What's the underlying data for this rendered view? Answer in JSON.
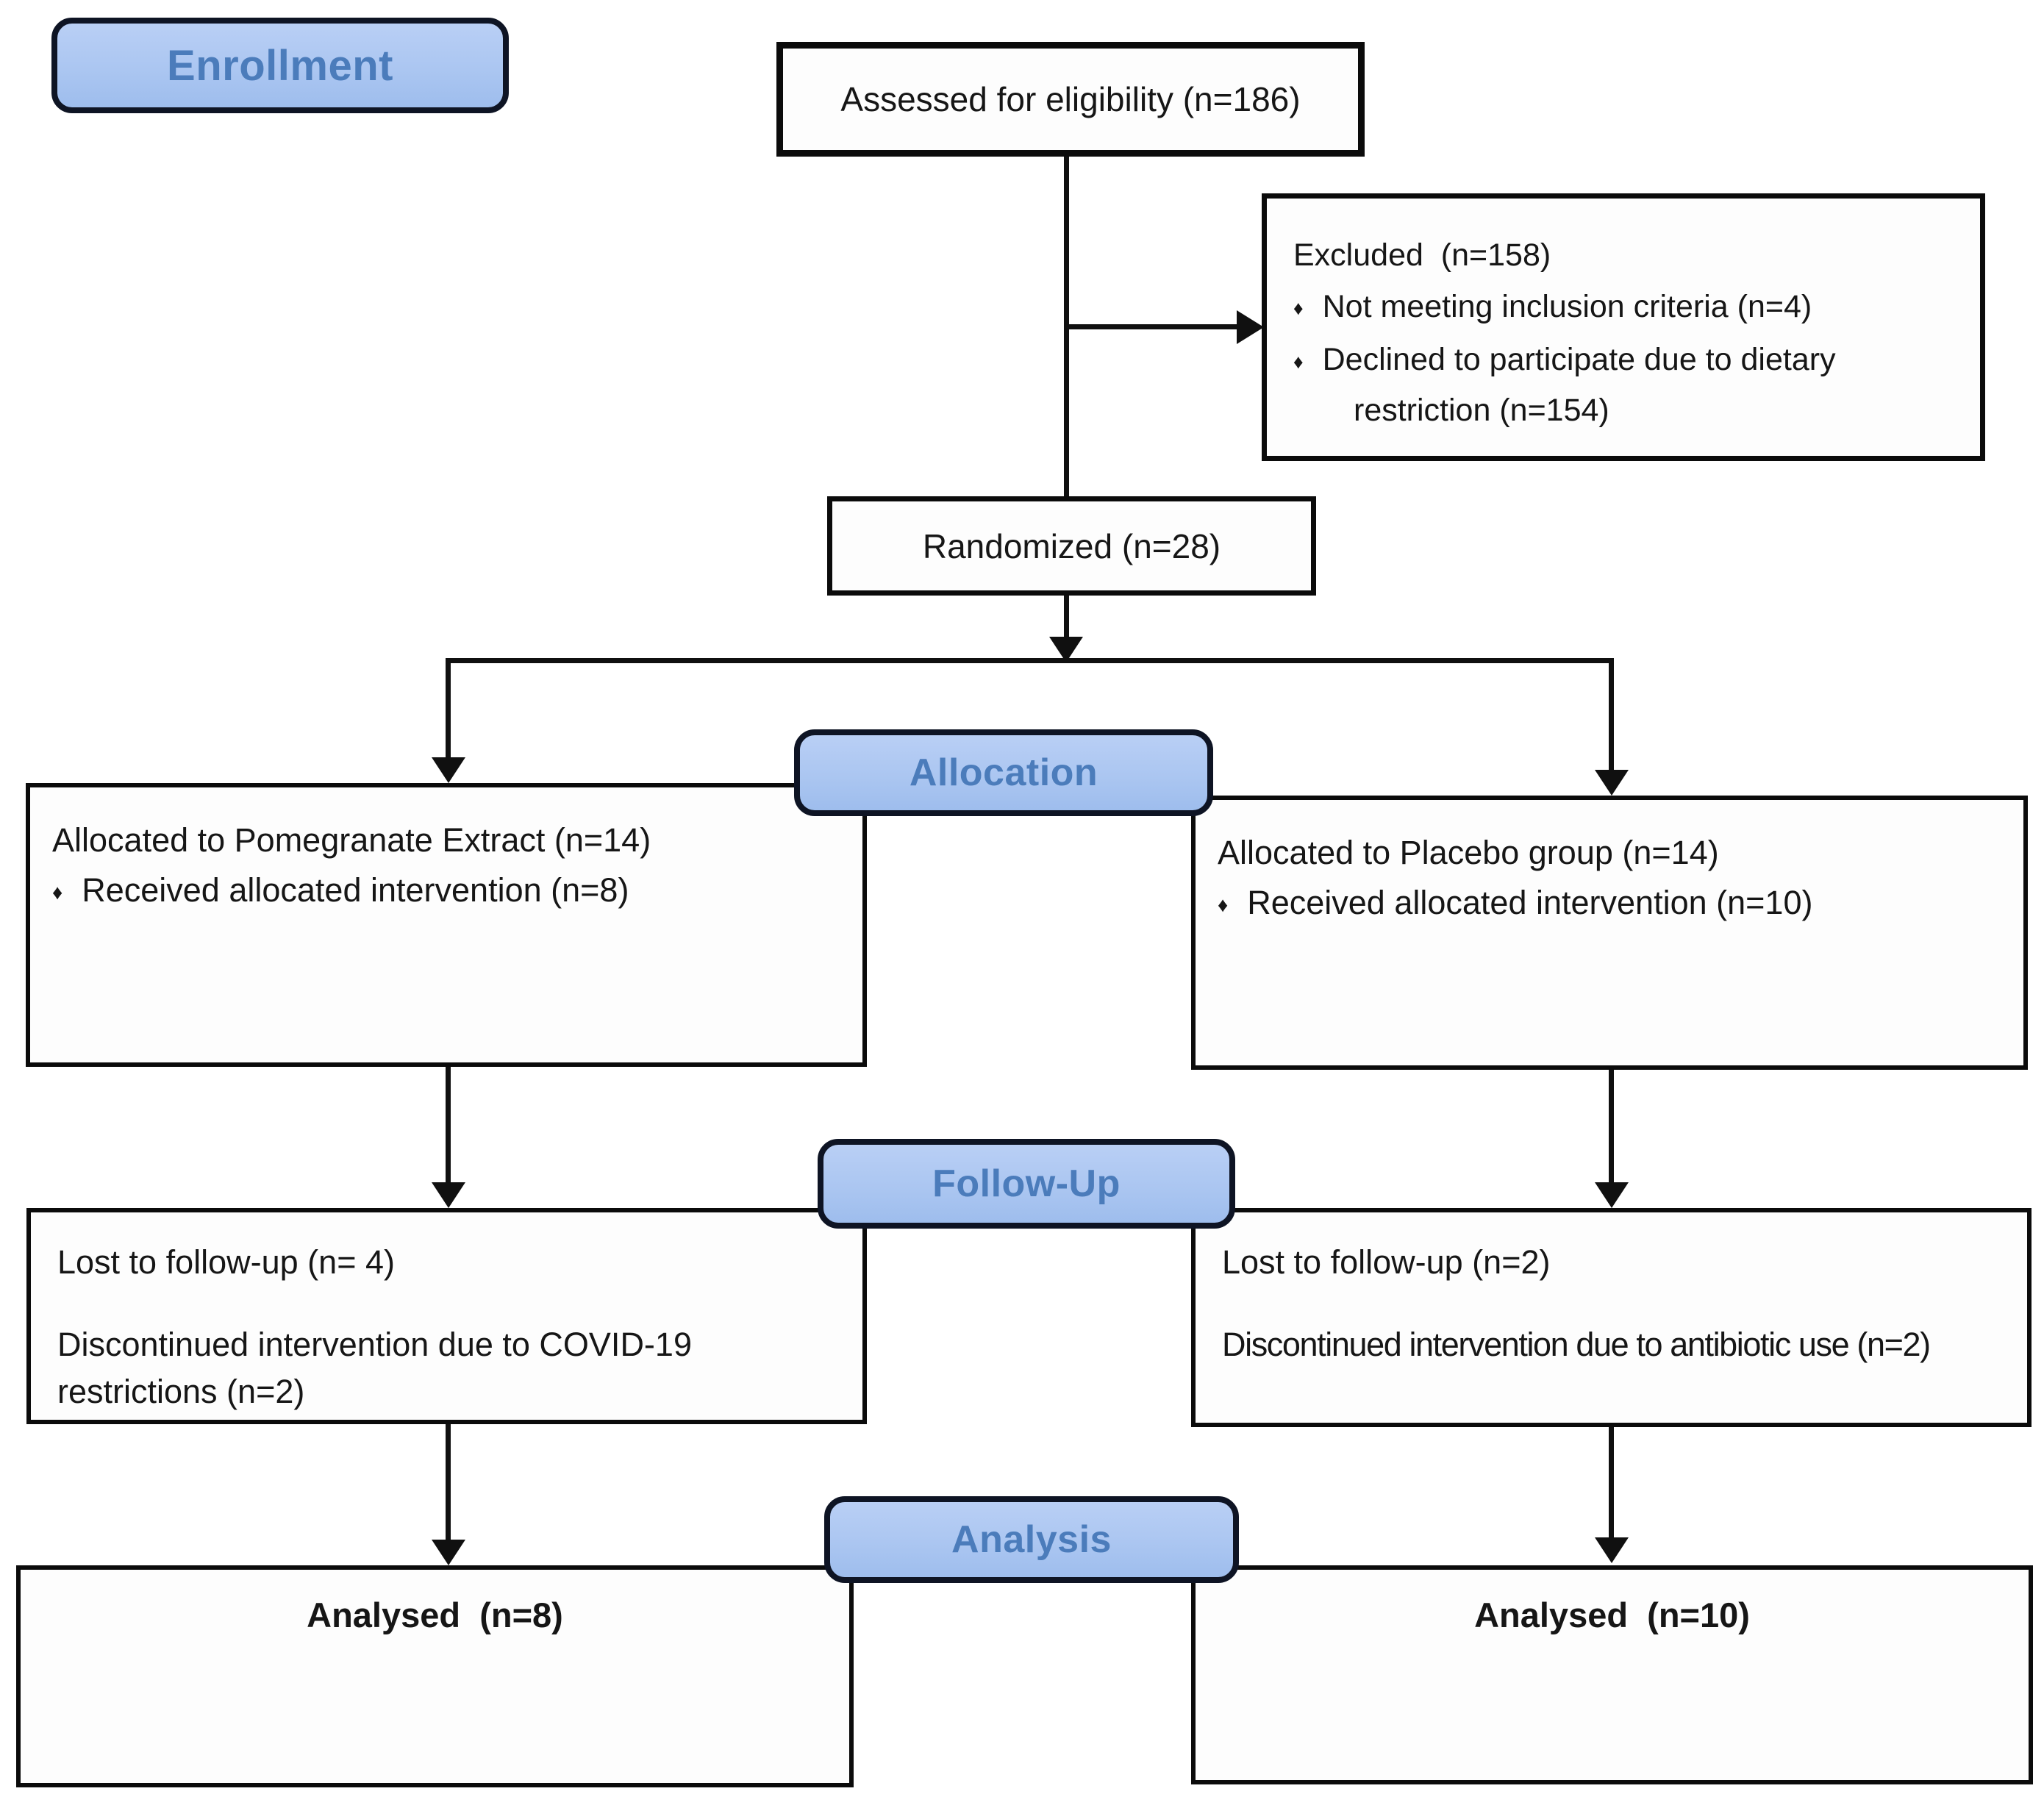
{
  "diagram": {
    "bullet_glyph": "♦",
    "colors": {
      "label_fill": "#abc6f1",
      "label_border": "#0e1424",
      "label_text": "#4b7cbb",
      "box_border": "#0b0b0b",
      "line": "#101010",
      "background": "#ffffff"
    },
    "stages": {
      "enrollment": "Enrollment",
      "allocation": "Allocation",
      "followup": "Follow-Up",
      "analysis": "Analysis"
    },
    "assessed": {
      "text": "Assessed for eligibility (n=186)"
    },
    "excluded": {
      "title": "Excluded  (n=158)",
      "bullets": [
        "Not meeting inclusion criteria (n=4)",
        "Declined to participate due to dietary restriction (n=154)"
      ]
    },
    "randomized": {
      "text": "Randomized (n=28)"
    },
    "allocation_left": {
      "title": "Allocated to Pomegranate Extract (n=14)",
      "bullets": [
        "Received allocated intervention (n=8)"
      ]
    },
    "allocation_right": {
      "title": "Allocated to Placebo group (n=14)",
      "bullets": [
        "Received allocated intervention (n=10)"
      ]
    },
    "followup_left": {
      "lines": [
        "Lost to follow-up (n= 4)",
        "Discontinued intervention due to COVID-19 restrictions (n=2)"
      ]
    },
    "followup_right": {
      "lines": [
        "Lost to follow-up (n=2)",
        "Discontinued intervention due to antibiotic use (n=2)"
      ]
    },
    "analysed_left": {
      "text": "Analysed  (n=8)"
    },
    "analysed_right": {
      "text": "Analysed  (n=10)"
    }
  }
}
